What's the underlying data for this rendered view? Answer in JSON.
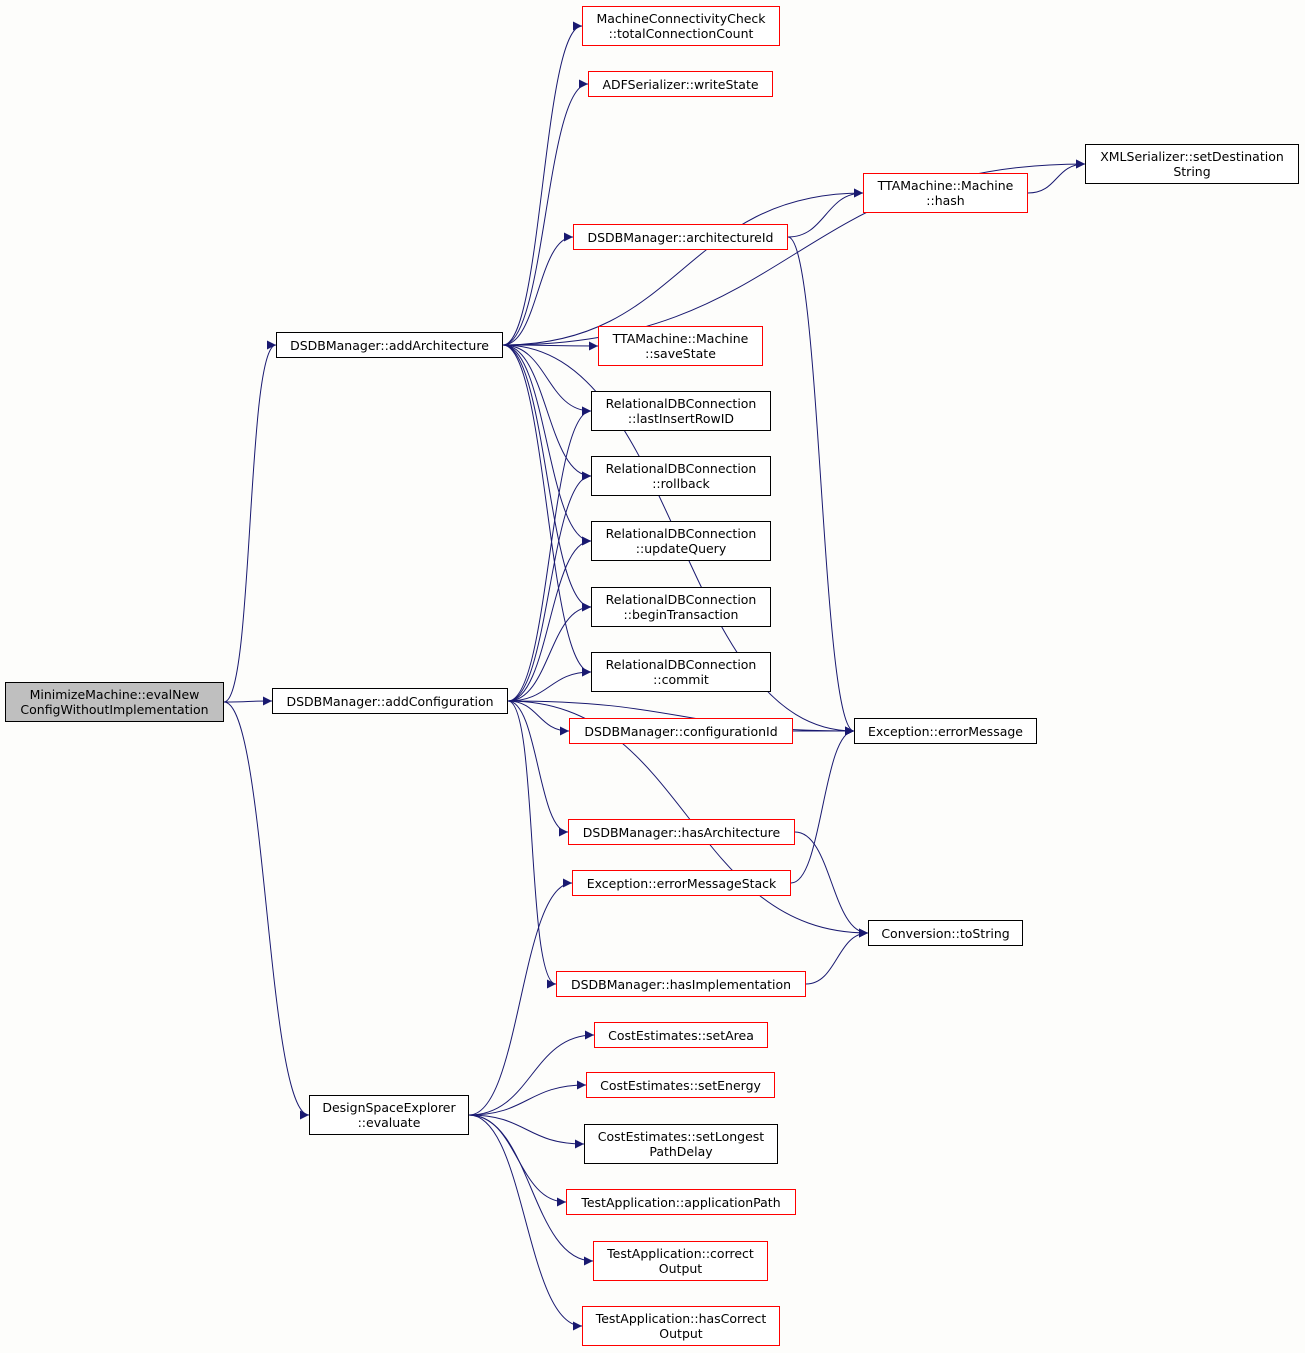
{
  "colors": {
    "background": "#fdfdfb",
    "edge": "#191970",
    "node_border": "#000000",
    "node_border_external": "#ff0000",
    "root_fill": "#bfbfbf"
  },
  "nodes": {
    "root": [
      "MinimizeMachine::evalNew",
      "ConfigWithoutImplementation"
    ],
    "addArchitecture": [
      "DSDBManager::addArchitecture"
    ],
    "addConfiguration": [
      "DSDBManager::addConfiguration"
    ],
    "evaluate": [
      "DesignSpaceExplorer",
      "::evaluate"
    ],
    "totalConnectionCount": [
      "MachineConnectivityCheck",
      "::totalConnectionCount"
    ],
    "writeState": [
      "ADFSerializer::writeState"
    ],
    "setDestinationString": [
      "XMLSerializer::setDestination",
      "String"
    ],
    "machineHash": [
      "TTAMachine::Machine",
      "::hash"
    ],
    "architectureId": [
      "DSDBManager::architectureId"
    ],
    "saveState": [
      "TTAMachine::Machine",
      "::saveState"
    ],
    "lastInsertRowID": [
      "RelationalDBConnection",
      "::lastInsertRowID"
    ],
    "rollback": [
      "RelationalDBConnection",
      "::rollback"
    ],
    "updateQuery": [
      "RelationalDBConnection",
      "::updateQuery"
    ],
    "beginTransaction": [
      "RelationalDBConnection",
      "::beginTransaction"
    ],
    "commit": [
      "RelationalDBConnection",
      "::commit"
    ],
    "configurationId": [
      "DSDBManager::configurationId"
    ],
    "errorMessage": [
      "Exception::errorMessage"
    ],
    "hasArchitecture": [
      "DSDBManager::hasArchitecture"
    ],
    "errorMessageStack": [
      "Exception::errorMessageStack"
    ],
    "toString": [
      "Conversion::toString"
    ],
    "hasImplementation": [
      "DSDBManager::hasImplementation"
    ],
    "setArea": [
      "CostEstimates::setArea"
    ],
    "setEnergy": [
      "CostEstimates::setEnergy"
    ],
    "setLongestPathDelay": [
      "CostEstimates::setLongest",
      "PathDelay"
    ],
    "applicationPath": [
      "TestApplication::applicationPath"
    ],
    "correctOutput": [
      "TestApplication::correct",
      "Output"
    ],
    "hasCorrectOutput": [
      "TestApplication::hasCorrect",
      "Output"
    ]
  },
  "edges": [
    [
      "root",
      "addArchitecture"
    ],
    [
      "root",
      "addConfiguration"
    ],
    [
      "root",
      "evaluate"
    ],
    [
      "addArchitecture",
      "totalConnectionCount"
    ],
    [
      "addArchitecture",
      "writeState"
    ],
    [
      "addArchitecture",
      "setDestinationString"
    ],
    [
      "addArchitecture",
      "machineHash"
    ],
    [
      "addArchitecture",
      "architectureId"
    ],
    [
      "addArchitecture",
      "errorMessage"
    ],
    [
      "addArchitecture",
      "saveState"
    ],
    [
      "addArchitecture",
      "lastInsertRowID"
    ],
    [
      "addArchitecture",
      "rollback"
    ],
    [
      "addArchitecture",
      "updateQuery"
    ],
    [
      "addArchitecture",
      "beginTransaction"
    ],
    [
      "addArchitecture",
      "commit"
    ],
    [
      "architectureId",
      "machineHash"
    ],
    [
      "architectureId",
      "errorMessage"
    ],
    [
      "machineHash",
      "setDestinationString"
    ],
    [
      "addConfiguration",
      "lastInsertRowID"
    ],
    [
      "addConfiguration",
      "rollback"
    ],
    [
      "addConfiguration",
      "updateQuery"
    ],
    [
      "addConfiguration",
      "beginTransaction"
    ],
    [
      "addConfiguration",
      "commit"
    ],
    [
      "addConfiguration",
      "configurationId"
    ],
    [
      "addConfiguration",
      "errorMessage"
    ],
    [
      "addConfiguration",
      "hasArchitecture"
    ],
    [
      "addConfiguration",
      "toString"
    ],
    [
      "addConfiguration",
      "hasImplementation"
    ],
    [
      "configurationId",
      "errorMessage"
    ],
    [
      "hasArchitecture",
      "toString"
    ],
    [
      "errorMessageStack",
      "errorMessage"
    ],
    [
      "hasImplementation",
      "toString"
    ],
    [
      "evaluate",
      "errorMessageStack"
    ],
    [
      "evaluate",
      "setArea"
    ],
    [
      "evaluate",
      "setEnergy"
    ],
    [
      "evaluate",
      "setLongestPathDelay"
    ],
    [
      "evaluate",
      "applicationPath"
    ],
    [
      "evaluate",
      "correctOutput"
    ],
    [
      "evaluate",
      "hasCorrectOutput"
    ]
  ]
}
